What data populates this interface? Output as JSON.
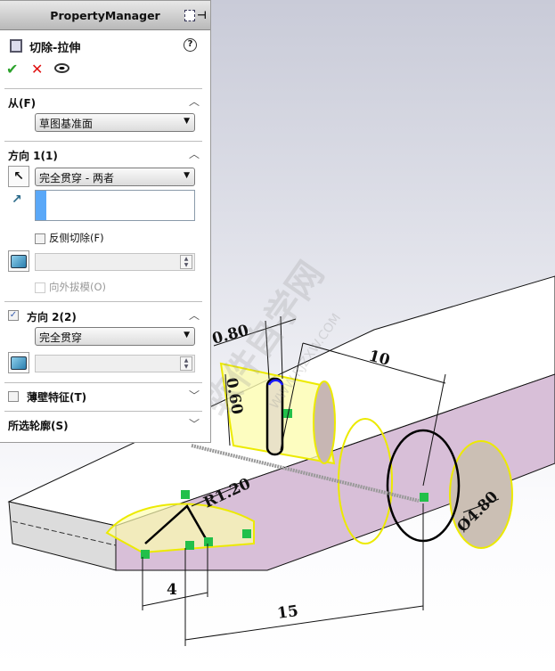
{
  "panel": {
    "title": "PropertyManager",
    "feature_name": "切除-拉伸",
    "help_icon": "?",
    "ok_icon": "✔",
    "cancel_icon": "✕",
    "from": {
      "title": "从(F)",
      "value": "草图基准面"
    },
    "direction1": {
      "title": "方向 1(1)",
      "end_condition": "完全贯穿 - 两者",
      "selection": "",
      "flip_side_label": "反侧切除(F)",
      "flip_side_checked": false,
      "draft_value": "",
      "draft_outward_label": "向外拔模(O)",
      "draft_outward_checked": false
    },
    "direction2": {
      "title": "方向 2(2)",
      "checked": true,
      "end_condition": "完全贯穿",
      "draft_value": ""
    },
    "thin_feature": {
      "title": "薄壁特征(T)",
      "checked": false
    },
    "selected_contours": {
      "title": "所选轮廓(S)"
    }
  },
  "viewport": {
    "dimensions": {
      "d1": "0.80",
      "d2": "10",
      "d3": "0.60",
      "d4": "R1.20",
      "d5": "Ø4.80",
      "d6": "4",
      "d7": "15"
    },
    "watermark": {
      "main": "软件自学网",
      "url": "WWW.RJZXW.COM"
    },
    "colors": {
      "face_purple": "#d7bcd6",
      "highlight_yellow": "#f4f000",
      "relation_green": "#22c04a",
      "sketch_blue": "#1a1aff"
    }
  }
}
